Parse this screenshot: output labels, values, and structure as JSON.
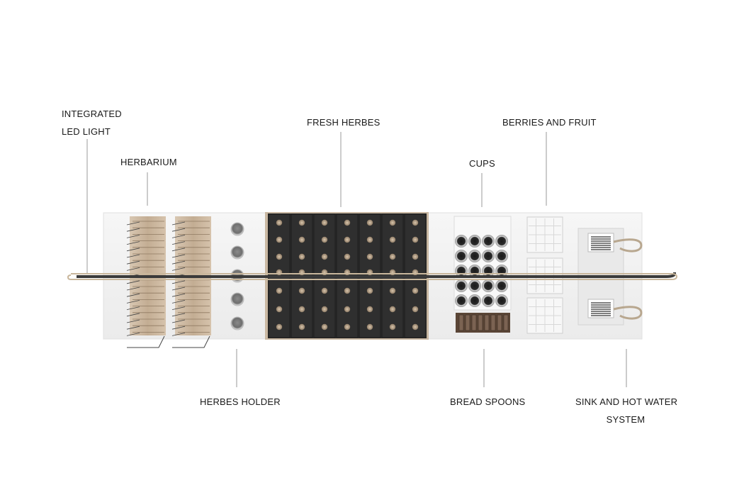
{
  "labels": {
    "led": {
      "line1": "INTEGRATED",
      "line2": "LED LIGHT"
    },
    "herbarium": "HERBARIUM",
    "fresh_herbes": "FRESH HERBES",
    "berries": "BERRIES AND FRUIT",
    "cups": "CUPS",
    "herbes_holder": "HERBES HOLDER",
    "bread_spoons": "BREAD SPOONS",
    "sink": {
      "line1": "SINK AND HOT WATER",
      "line2": "SYSTEM"
    }
  },
  "colors": {
    "counter": "#f2f2f2",
    "wood": "#c8b49c",
    "dark_panel": "#2a2a2a",
    "rail": "#b8a78f",
    "leader_line": "#9a9a9a"
  }
}
